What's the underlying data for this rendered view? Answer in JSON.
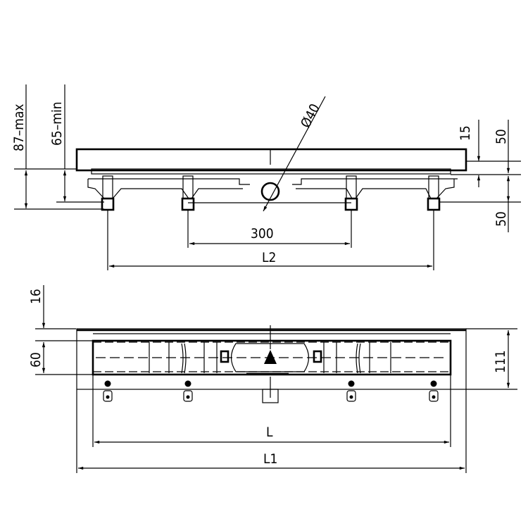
{
  "side_view": {
    "dim_87_max": "87–max",
    "dim_65_min": "65–min",
    "dim_diameter": "Ø40",
    "dim_15": "15",
    "dim_50_top": "50",
    "dim_50_bottom": "50",
    "dim_300": "300",
    "dim_L2": "L2"
  },
  "top_view": {
    "dim_16": "16",
    "dim_60": "60",
    "dim_111": "111",
    "dim_L": "L",
    "dim_L1": "L1"
  },
  "colors": {
    "line": "#000000",
    "background": "#ffffff"
  }
}
